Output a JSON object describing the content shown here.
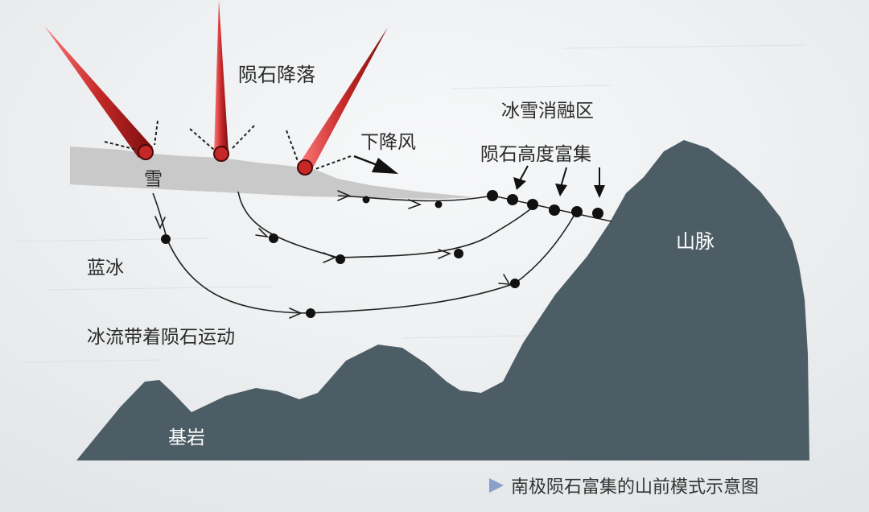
{
  "labels": {
    "meteorite_fall": "陨石降落",
    "katabatic_wind": "下降风",
    "ablation_zone": "冰雪消融区",
    "meteorite_concentration": "陨石高度富集",
    "snow": "雪",
    "blue_ice": "蓝冰",
    "ice_flow": "冰流带着陨石运动",
    "mountain": "山脉",
    "bedrock": "基岩"
  },
  "caption": "南极陨石富集的山前模式示意图",
  "colors": {
    "background": "#eef0f1",
    "snow_layer": "#c9c9c9",
    "rock": "#4c5d66",
    "meteor": "#c62828",
    "line": "#222222",
    "caption_marker": "#8aa0c8"
  }
}
